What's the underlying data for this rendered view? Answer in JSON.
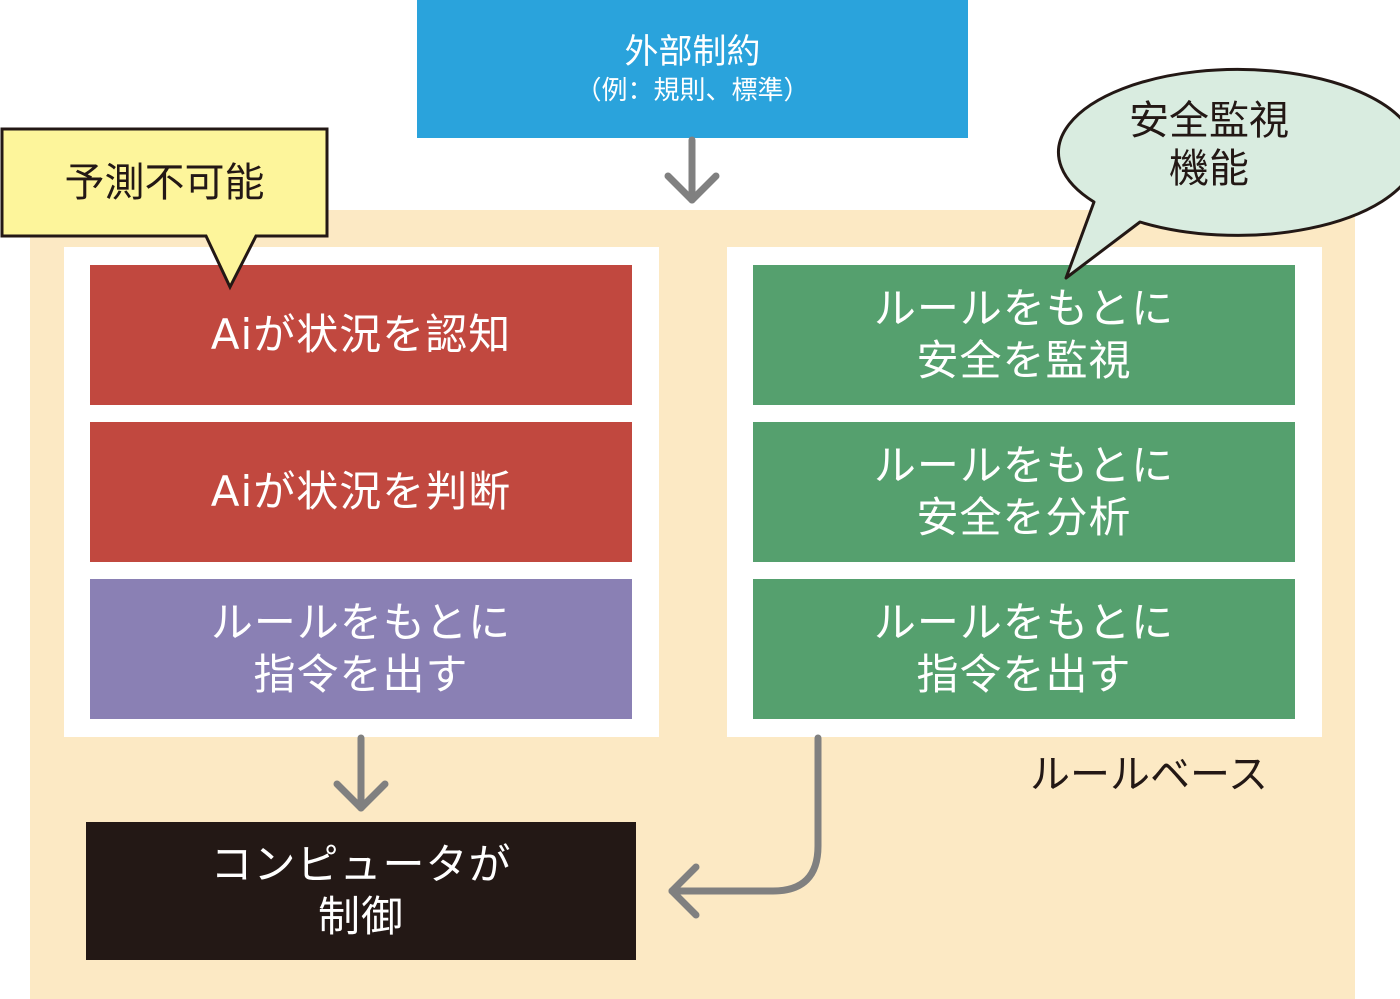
{
  "colors": {
    "region_bg": "#fce9c4",
    "top_box": "#2aa3dc",
    "ai_box": "#c1483f",
    "rule_box_left": "#8a80b4",
    "rule_box_right": "#55a06e",
    "control_box": "#231815",
    "callout_yellow": "#fdf59b",
    "callout_bubble": "#d9ece0",
    "arrow": "#808080"
  },
  "top": {
    "title": "外部制約",
    "subtitle": "（例：規則、標準）"
  },
  "callouts": {
    "unpredictable": "予測不可能",
    "safety_monitor_line1": "安全監視",
    "safety_monitor_line2": "機能"
  },
  "left_column": {
    "items": [
      {
        "line1": "Aiが状況を認知",
        "line2": ""
      },
      {
        "line1": "Aiが状況を判断",
        "line2": ""
      },
      {
        "line1": "ルールをもとに",
        "line2": "指令を出す"
      }
    ]
  },
  "right_column": {
    "items": [
      {
        "line1": "ルールをもとに",
        "line2": "安全を監視"
      },
      {
        "line1": "ルールをもとに",
        "line2": "安全を分析"
      },
      {
        "line1": "ルールをもとに",
        "line2": "指令を出す"
      }
    ]
  },
  "rule_base_label": "ルールベース",
  "control": {
    "line1": "コンピュータが",
    "line2": "制御"
  }
}
